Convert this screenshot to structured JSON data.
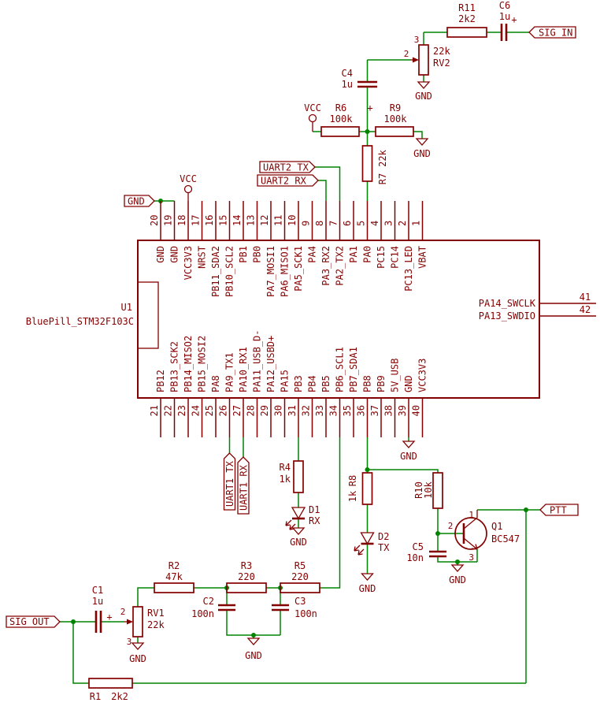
{
  "colors": {
    "wire": "#008400",
    "symbol": "#840000",
    "background": "#ffffff"
  },
  "labels": {
    "gnd": "GND",
    "vcc": "VCC",
    "plus": "+"
  },
  "tags": {
    "sig_in": "SIG_IN",
    "sig_out": "SIG_OUT",
    "ptt": "PTT",
    "uart2_tx": "UART2_TX",
    "uart2_rx": "UART2_RX",
    "uart1_tx": "UART1_TX",
    "uart1_rx": "UART1_RX",
    "gnd": "GND"
  },
  "components": {
    "u1": {
      "ref": "U1",
      "value": "BluePill_STM32F103C"
    },
    "r1": {
      "ref": "R1",
      "value": "2k2"
    },
    "r2": {
      "ref": "R2",
      "value": "47k"
    },
    "r3": {
      "ref": "R3",
      "value": "220"
    },
    "r4": {
      "ref": "R4",
      "value": "1k"
    },
    "r5": {
      "ref": "R5",
      "value": "220"
    },
    "r6": {
      "ref": "R6",
      "value": "100k"
    },
    "r7": {
      "ref": "R7",
      "value": "22k"
    },
    "r8": {
      "ref": "R8",
      "value": "1k"
    },
    "r9": {
      "ref": "R9",
      "value": "100k"
    },
    "r10": {
      "ref": "R10",
      "value": "10k"
    },
    "r11": {
      "ref": "R11",
      "value": "2k2"
    },
    "rv1": {
      "ref": "RV1",
      "value": "22k",
      "pin2": "2",
      "pin3": "3"
    },
    "rv2": {
      "ref": "RV2",
      "value": "22k",
      "pin2": "2",
      "pin3": "3"
    },
    "c1": {
      "ref": "C1",
      "value": "1u"
    },
    "c2": {
      "ref": "C2",
      "value": "100n"
    },
    "c3": {
      "ref": "C3",
      "value": "100n"
    },
    "c4": {
      "ref": "C4",
      "value": "1u"
    },
    "c5": {
      "ref": "C5",
      "value": "10n"
    },
    "c6": {
      "ref": "C6",
      "value": "1u"
    },
    "d1": {
      "ref": "D1",
      "value": "RX"
    },
    "d2": {
      "ref": "D2",
      "value": "TX"
    },
    "q1": {
      "ref": "Q1",
      "value": "BC547",
      "pin1": "1",
      "pin2": "2",
      "pin3": "3"
    }
  },
  "ic": {
    "top_pins": [
      {
        "num": "20",
        "name": "GND"
      },
      {
        "num": "19",
        "name": "GND"
      },
      {
        "num": "18",
        "name": "VCC3V3"
      },
      {
        "num": "17",
        "name": "NRST"
      },
      {
        "num": "16",
        "name": "PB11_SDA2"
      },
      {
        "num": "15",
        "name": "PB10_SCL2"
      },
      {
        "num": "14",
        "name": "PB1"
      },
      {
        "num": "13",
        "name": "PB0"
      },
      {
        "num": "12",
        "name": "PA7_MOSI1"
      },
      {
        "num": "11",
        "name": "PA6_MISO1"
      },
      {
        "num": "10",
        "name": "PA5_SCK1"
      },
      {
        "num": "9",
        "name": "PA4"
      },
      {
        "num": "8",
        "name": "PA3_RX2"
      },
      {
        "num": "7",
        "name": "PA2_TX2"
      },
      {
        "num": "6",
        "name": "PA1"
      },
      {
        "num": "5",
        "name": "PA0"
      },
      {
        "num": "4",
        "name": "PC15"
      },
      {
        "num": "3",
        "name": "PC14"
      },
      {
        "num": "2",
        "name": "PC13_LED"
      },
      {
        "num": "1",
        "name": "VBAT"
      }
    ],
    "bottom_pins": [
      {
        "num": "21",
        "name": "PB12"
      },
      {
        "num": "22",
        "name": "PB13_SCK2"
      },
      {
        "num": "23",
        "name": "PB14_MISO2"
      },
      {
        "num": "24",
        "name": "PB15_MOSI2"
      },
      {
        "num": "25",
        "name": "PA8"
      },
      {
        "num": "26",
        "name": "PA9_TX1"
      },
      {
        "num": "27",
        "name": "PA10_RX1"
      },
      {
        "num": "28",
        "name": "PA11_USB_D-"
      },
      {
        "num": "29",
        "name": "PA12_USBD+"
      },
      {
        "num": "30",
        "name": "PA15"
      },
      {
        "num": "31",
        "name": "PB3"
      },
      {
        "num": "32",
        "name": "PB4"
      },
      {
        "num": "33",
        "name": "PB5"
      },
      {
        "num": "34",
        "name": "PB6_SCL1"
      },
      {
        "num": "35",
        "name": "PB7_SDA1"
      },
      {
        "num": "36",
        "name": "PB8"
      },
      {
        "num": "37",
        "name": "PB9"
      },
      {
        "num": "38",
        "name": "5V_USB"
      },
      {
        "num": "39",
        "name": "GND"
      },
      {
        "num": "40",
        "name": "VCC3V3"
      }
    ],
    "right_pins": [
      {
        "num": "41",
        "name": "PA14_SWCLK"
      },
      {
        "num": "42",
        "name": "PA13_SWDIO"
      }
    ]
  }
}
